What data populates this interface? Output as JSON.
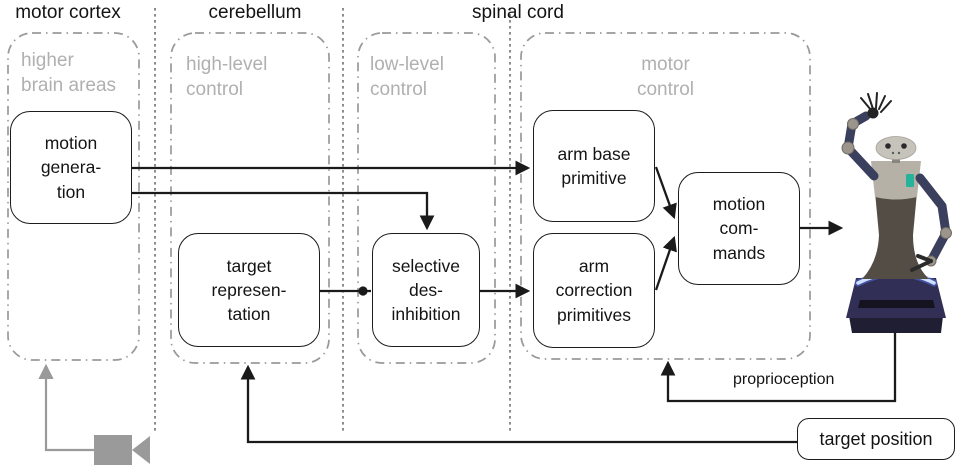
{
  "figure": {
    "description": "Brain-region to robot control architecture diagram"
  },
  "regions": {
    "motor_cortex": "motor cortex",
    "cerebellum": "cerebellum",
    "spinal_cord": "spinal cord"
  },
  "containers": {
    "higher_brain_areas": "higher\nbrain areas",
    "high_level_control": "high-level\ncontrol",
    "low_level_control": "low-level\ncontrol",
    "motor_control": "motor\ncontrol"
  },
  "nodes": {
    "motion_generation": "motion\ngenera-\ntion",
    "target_representation": "target\nrepresen-\ntation",
    "selective_desinhibition": "selective\ndes-\ninhibition",
    "arm_base_primitive": "arm base\nprimitive",
    "arm_correction_primitives": "arm\ncorrection\nprimitives",
    "motion_commands": "motion\ncom-\nmands",
    "target_position": "target position"
  },
  "annotations": {
    "proprioception": "proprioception"
  },
  "icons": {
    "camera": "video-camera",
    "robot": "humanoid-service-robot"
  },
  "colors": {
    "line": "#1a1a1a",
    "container_border": "#999999",
    "container_label": "#b0b0b0",
    "separator": "#8d8d8d",
    "camera_gray": "#9a9a9a",
    "robot_base_navy": "#2f2d55",
    "robot_glow_blue": "#b9cdff",
    "robot_body_gray": "#534d46",
    "robot_chest_beige": "#b5b1a7",
    "robot_badge_teal": "#27b39a"
  }
}
